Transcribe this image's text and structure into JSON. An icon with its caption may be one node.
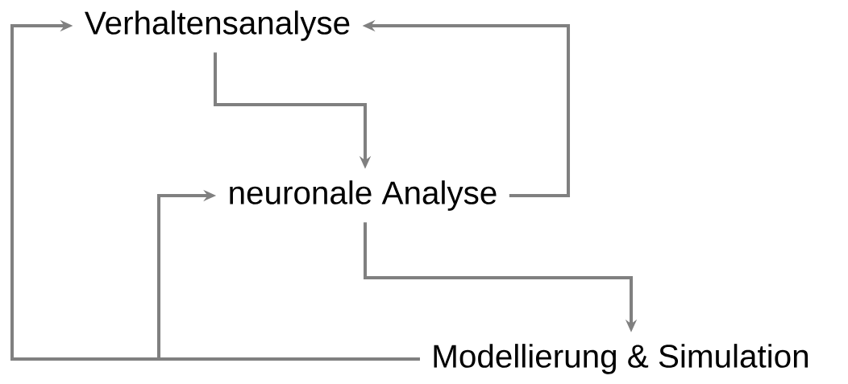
{
  "diagram": {
    "nodes": [
      {
        "text": [
          "Verhaltensanalyse"
        ]
      },
      {
        "text": [
          "neuronale Analyse"
        ]
      },
      {
        "text": [
          "Modellierung & Simulation"
        ]
      }
    ],
    "edges": [
      {
        "from": 2,
        "to": 0,
        "arrow": "to"
      },
      {
        "from": 2,
        "to": 1,
        "arrow": "to"
      },
      {
        "from": 1,
        "to": 0,
        "arrow": "to"
      },
      {
        "from": 0,
        "to": 1,
        "arrow": "to"
      },
      {
        "from": 1,
        "to": 2,
        "arrow": "to"
      }
    ]
  }
}
